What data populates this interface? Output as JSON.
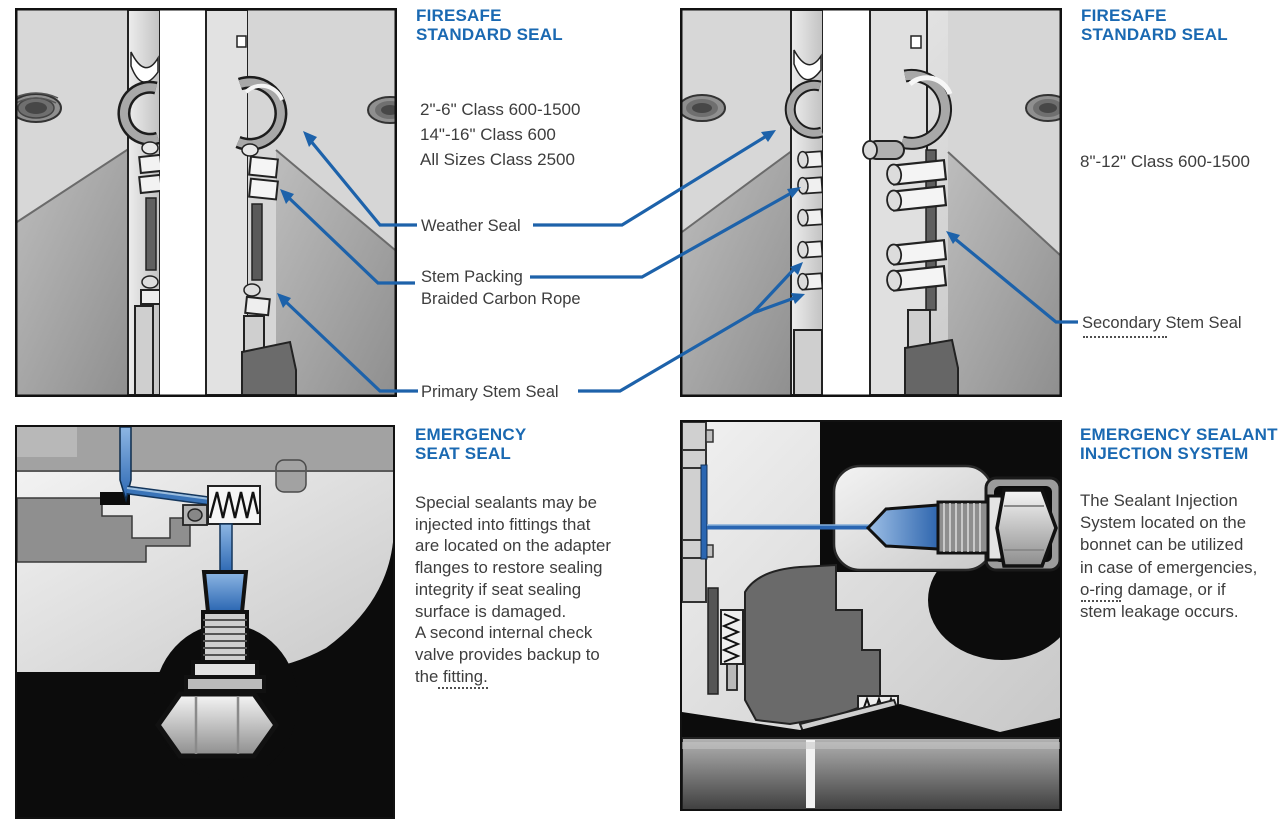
{
  "palette": {
    "heading_blue": "#1a69b2",
    "body_text_gray": "#3d3d3d",
    "leader_line_blue": "#1d62aa",
    "sealant_blue": "#2f6db8",
    "diagram_black": "#0c0c0c",
    "metal_light_gray": "#d9d9d9",
    "metal_dark_gray": "#6a6a6a"
  },
  "panels": {
    "top_left_text": {
      "heading_line1": "FIRESAFE",
      "heading_line2": "STANDARD SEAL",
      "specs": [
        "2\"-6\" Class 600-1500",
        "14\"-16\" Class 600",
        "All Sizes Class 2500"
      ],
      "labels": {
        "weather_seal": "Weather Seal",
        "stem_packing_line1": "Stem Packing",
        "stem_packing_line2": "Braided Carbon Rope",
        "primary_stem_seal": "Primary Stem Seal"
      }
    },
    "top_right_text": {
      "heading_line1": "FIRESAFE",
      "heading_line2": "STANDARD SEAL",
      "specs": [
        "8\"-12\" Class 600-1500"
      ],
      "labels": {
        "secondary_stem_seal": "Secondary Stem Seal"
      }
    },
    "bottom_left_text": {
      "heading_line1": "EMERGENCY",
      "heading_line2": "SEAT SEAL",
      "body_lines": [
        "Special sealants may be",
        "injected into fittings that",
        "are located on the adapter",
        "flanges to restore sealing",
        "integrity if seat sealing",
        "surface is damaged.",
        "A second internal check",
        "valve provides backup to",
        "the fitting."
      ]
    },
    "bottom_right_text": {
      "heading_line1": "EMERGENCY SEALANT",
      "heading_line2": "INJECTION SYSTEM",
      "body_lines": [
        "The Sealant Injection",
        "System located on the",
        "bonnet can be utilized",
        "in case of emergencies,",
        "o-ring damage, or if",
        "stem leakage occurs."
      ]
    }
  }
}
